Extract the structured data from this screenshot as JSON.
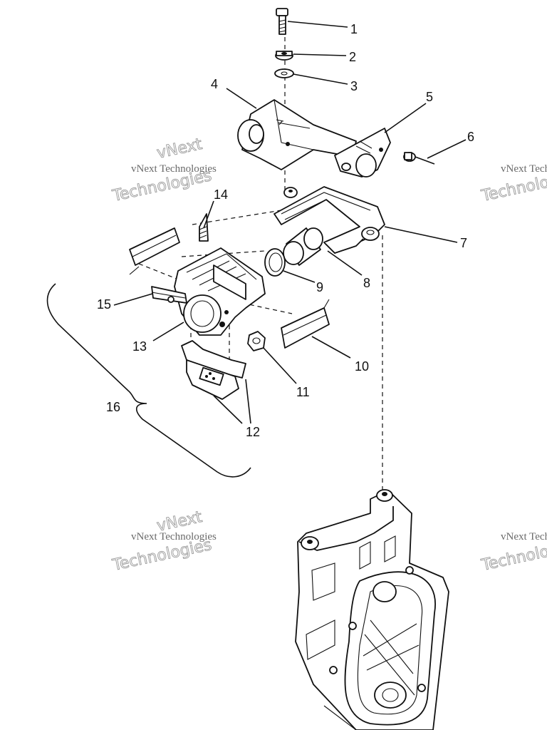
{
  "watermark": {
    "brand": "vNext",
    "line1": "vNext Technologies",
    "line2": "Technologies"
  },
  "callouts": [
    "1",
    "2",
    "3",
    "4",
    "5",
    "6",
    "7",
    "8",
    "9",
    "10",
    "11",
    "12",
    "13",
    "14",
    "15",
    "16"
  ],
  "colors": {
    "ink": "#111111",
    "watermark": "#9a9a9a",
    "background": "#ffffff"
  }
}
